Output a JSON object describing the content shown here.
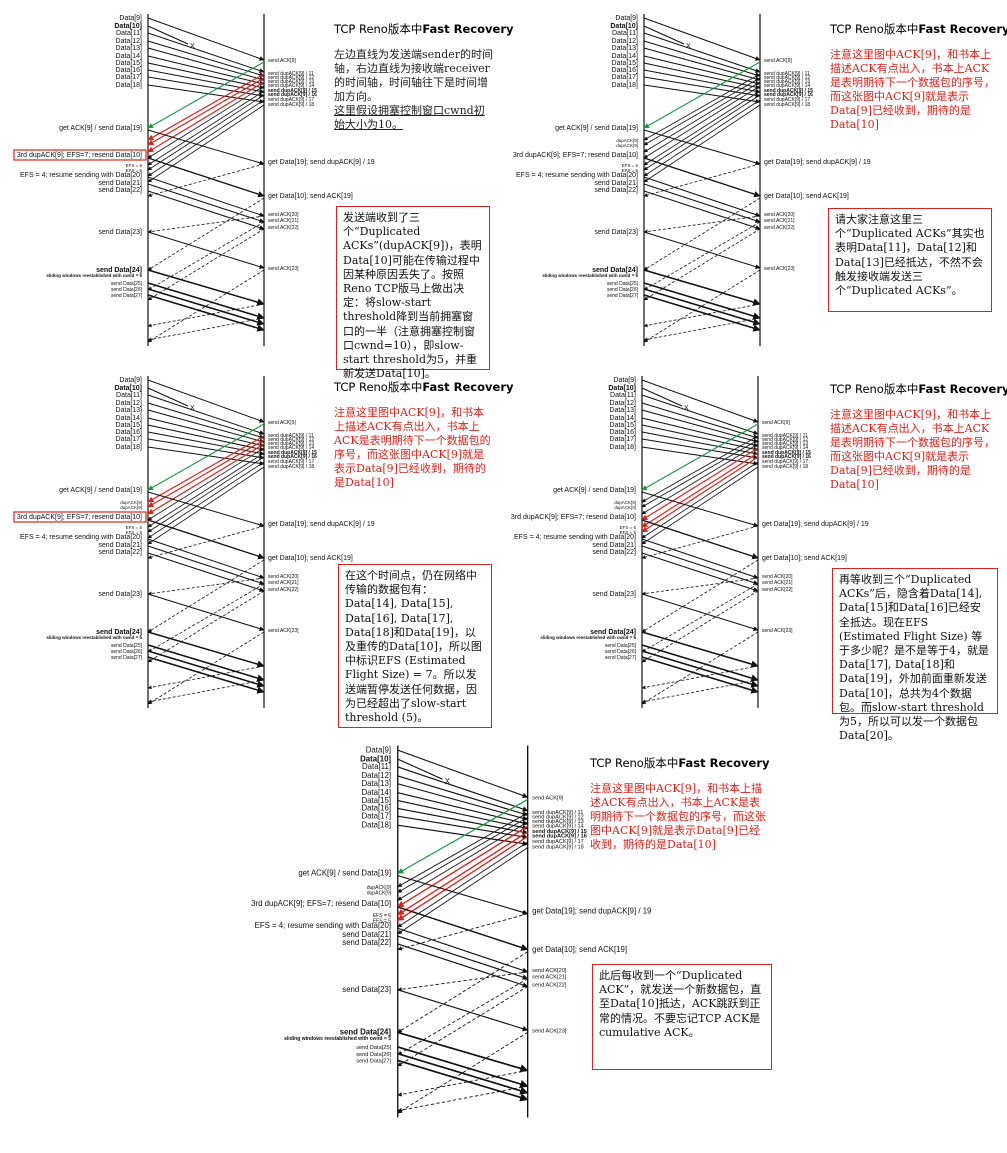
{
  "title_prefix": "TCP Reno版本中",
  "title_bold": "Fast Recovery",
  "sender_labels": {
    "data": [
      "Data[9]",
      "Data[10]",
      "Data[11]",
      "Data[12]",
      "Data[13]",
      "Data[14]",
      "Data[15]",
      "Data[16]",
      "Data[17]",
      "Data[18]"
    ],
    "get_ack9": "get ACK[9] / send Data[19]",
    "dupack9": "dupACK[9]",
    "third_dup": "3rd dupACK[9]; EFS=7; resend Data[10]",
    "efs6": "EFS = 6",
    "efs5": "EFS = 5",
    "efs4": "EFS = 4; resume sending  with Data[20]",
    "send21": "send Data[21]",
    "send22": "send Data[22]",
    "send23": "send Data[23]",
    "send24": "send Data[24]",
    "sliding": "sliding windows reestablished with cwnd = 5",
    "send25": "send Data[25]",
    "send26": "send Data[26]",
    "send27": "send Data[27]"
  },
  "receiver_labels": {
    "ack9": "send ACK[9]",
    "dups": [
      "send dupACK[9] / 11",
      "send dupACK[9] / 12",
      "send dupACK[9] / 13",
      "send dupACK[9] / 14",
      "send dupACK[9] / 15",
      "send dupACK[9] / 16",
      "send dupACK[9] / 17",
      "send dupACK[9] / 18"
    ],
    "get19": "get Data[19]; send dupACK[9] / 19",
    "get10": "get Data[10]; send ACK[19]",
    "ack20": "send ACK[20]",
    "ack21": "send ACK[21]",
    "ack22": "send ACK[22]",
    "ack23": "send ACK[23]",
    "lost_mark": "X"
  },
  "notes": {
    "p1": {
      "text": "左边直线为发送端sender的时间轴，右边直线为接收端receiver的时间轴，时间轴往下是时间增加方向。",
      "underlined": "这里假设拥塞控制窗口cwnd初始大小为10。"
    },
    "p1_box": "发送端收到了三个“Duplicated ACKs”(dupACK[9])，表明Data[10]可能在传输过程中因某种原因丢失了。按照Reno TCP版马上做出决定：将slow-start threshold降到当前拥塞窗口的一半（注意拥塞控制窗口cwnd=10），即slow-start threshold为5，并重新发送Data[10]。",
    "red_note": "注意这里图中ACK[9]，和书本上描述ACK有点出入，书本上ACK是表明期待下一个数据包的序号，而这张图中ACK[9]就是表示Data[9]已经收到，期待的是Data[10]",
    "p2_box": "请大家注意这里三个“Duplicated ACKs”其实也表明Data[11]，Data[12]和Data[13]已经抵达，不然不会触发接收端发送三个“Duplicated ACKs”。",
    "p3_box": "在这个时间点，仍在网络中传输的数据包有：Data[14], Data[15], Data[16], Data[17], Data[18]和Data[19]，以及重传的Data[10]，所以图中标识EFS (Estimated Flight Size) = 7。所以发送端暂停发送任何数据，因为已经超出了slow-start threshold (5)。",
    "p4_box": "再等收到三个“Duplicated ACKs”后，隐含着Data[14], Data[15]和Data[16]已经安全抵达。现在EFS (Estimated Flight Size) 等于多少呢？是不是等于4，就是Data[17], Data[18]和Data[19]，外加前面重新发送Data[10]，总共为4个数据包。而slow-start threshold为5，所以可以发一个数据包Data[20]。",
    "p5_box": "此后每收到一个“Duplicated ACK”，就发送一个新数据包，直至Data[10]抵达，ACK跳跃到正常的情况。不要忘记TCP ACK是cumulative ACK。"
  },
  "colors": {
    "ack_green": "#1a9a3c",
    "highlight_red": "#e0211a",
    "line": "#111111"
  }
}
